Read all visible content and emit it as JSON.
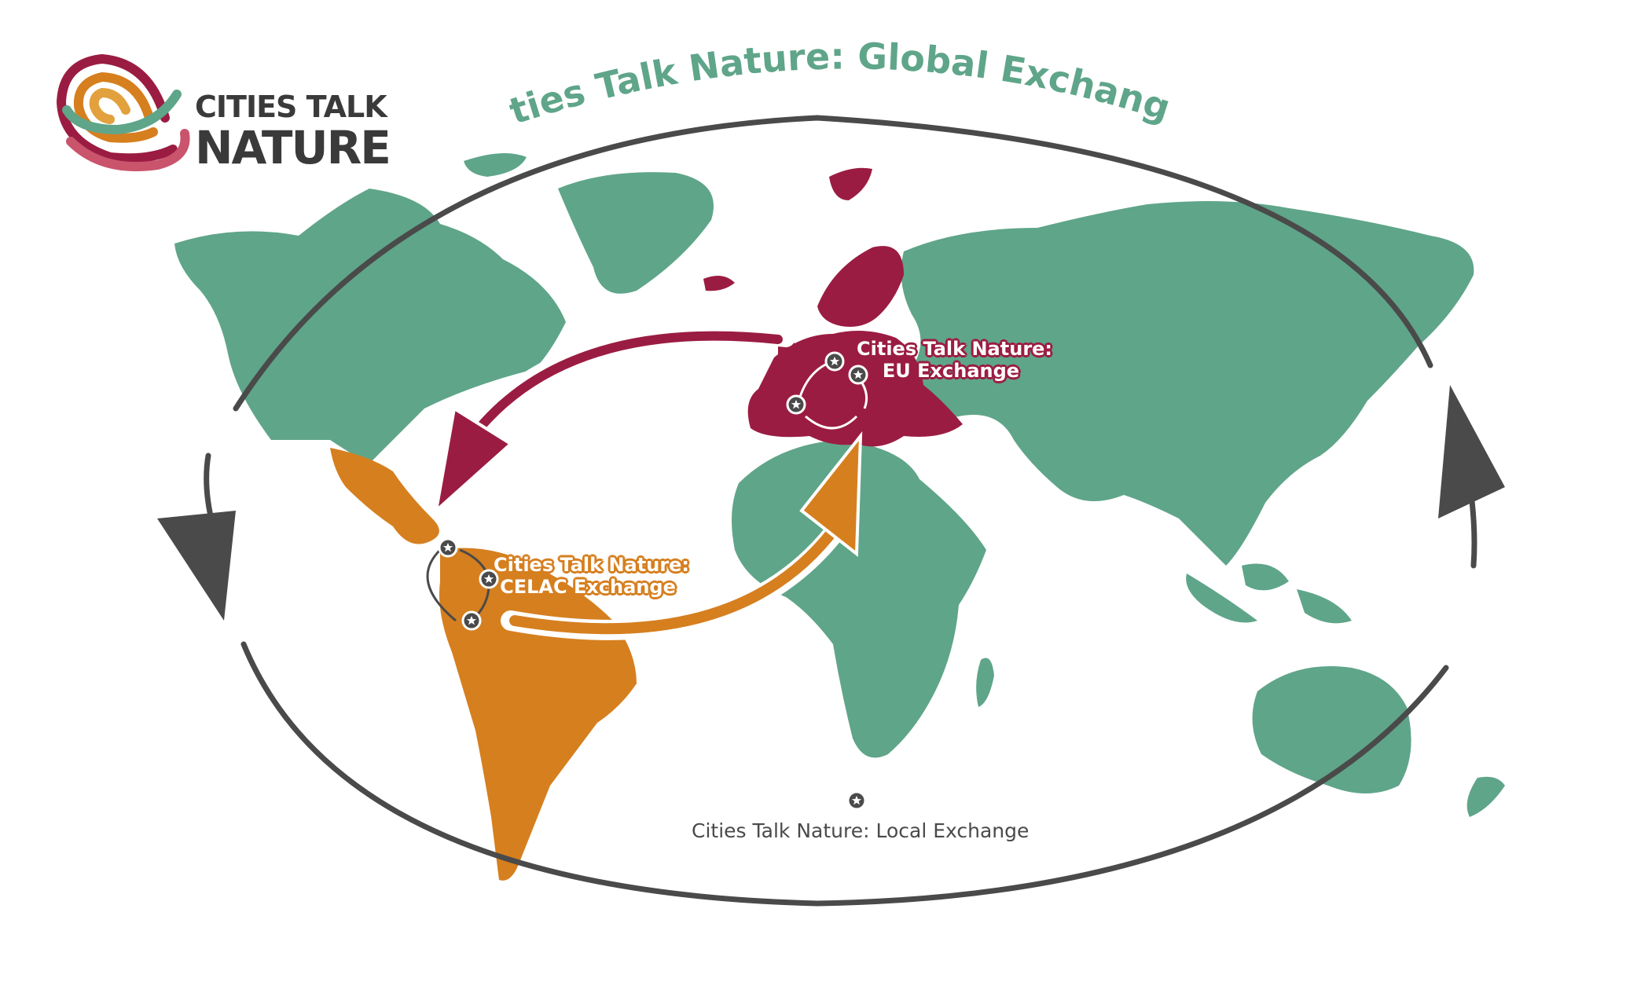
{
  "logo": {
    "line1": "CITIES TALK",
    "line2": "NATURE",
    "mark_icon": "swirl-logo-icon",
    "mark_colors": [
      "#9b1c42",
      "#d67f1f",
      "#e2a13c",
      "#5fa58a",
      "#c9546c"
    ]
  },
  "global_exchange": {
    "label": "Cities Talk Nature: Global Exchange"
  },
  "regions": {
    "eu": {
      "label_line1": "Cities Talk Nature:",
      "label_line2": "EU Exchange",
      "color": "#9b1c42"
    },
    "celac": {
      "label_line1": "Cities Talk Nature:",
      "label_line2": "CELAC Exchange",
      "color": "#d67f1f"
    }
  },
  "legend": {
    "icon": "star-city-icon",
    "label": "Cities Talk Nature: Local Exchange"
  },
  "colors": {
    "land": "#5fa58a",
    "eu": "#9b1c42",
    "celac": "#d67f1f",
    "ring": "#4a4a4a",
    "title": "#5fa58a"
  }
}
